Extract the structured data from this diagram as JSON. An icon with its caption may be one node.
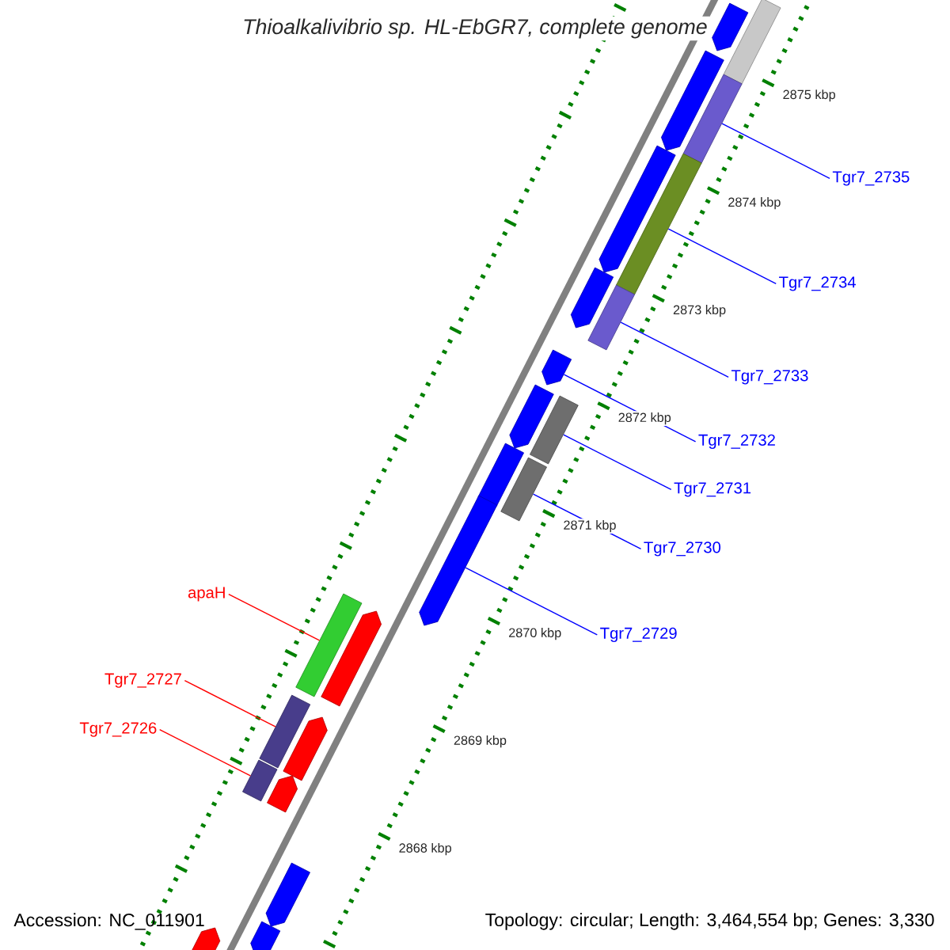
{
  "diagram": {
    "title": "Thioalkalivibrio sp. HL-EbGR7, complete genome",
    "nodes": [
      {
        "text": [
          "Tgr7_2735"
        ]
      },
      {
        "text": [
          "Tgr7_2734"
        ]
      },
      {
        "text": [
          "Tgr7_2733"
        ]
      },
      {
        "text": [
          "Tgr7_2732"
        ]
      },
      {
        "text": [
          "Tgr7_2731"
        ]
      },
      {
        "text": [
          "Tgr7_2730"
        ]
      },
      {
        "text": [
          "Tgr7_2729"
        ]
      },
      {
        "text": [
          "apaH"
        ]
      },
      {
        "text": [
          "Tgr7_2727"
        ]
      },
      {
        "text": [
          "Tgr7_2726"
        ]
      },
      {
        "text": [],
        "shape": "bar"
      },
      {
        "text": [],
        "shape": "arrow"
      },
      {
        "text": [],
        "shape": "arrow"
      },
      {
        "text": [],
        "shape": "bar"
      },
      {
        "text": [],
        "shape": "arrow"
      },
      {
        "text": [],
        "shape": "bar"
      },
      {
        "text": [],
        "shape": "arrow"
      },
      {
        "text": [],
        "shape": "bar"
      },
      {
        "text": [],
        "shape": "arrow"
      },
      {
        "text": [],
        "shape": "arrow"
      },
      {
        "text": [],
        "shape": "bar"
      },
      {
        "text": [],
        "shape": "arrow"
      },
      {
        "text": [],
        "shape": "bar"
      },
      {
        "text": [],
        "shape": "arrow"
      },
      {
        "text": [],
        "shape": "bar"
      },
      {
        "text": [],
        "shape": "arrow"
      },
      {
        "text": [],
        "shape": "bar"
      },
      {
        "text": [],
        "shape": "arrow"
      },
      {
        "text": [],
        "shape": "bar"
      },
      {
        "text": [],
        "shape": "arrow"
      },
      {
        "text": [],
        "shape": "arrow"
      },
      {
        "text": [],
        "shape": "arrow"
      },
      {
        "text": [],
        "shape": "arrow"
      }
    ],
    "edges": [
      {
        "from": 0,
        "to": 13,
        "arrow": "none"
      },
      {
        "from": 1,
        "to": 15,
        "arrow": "none"
      },
      {
        "from": 2,
        "to": 17,
        "arrow": "none"
      },
      {
        "from": 3,
        "to": 18,
        "arrow": "none"
      },
      {
        "from": 4,
        "to": 20,
        "arrow": "none"
      },
      {
        "from": 5,
        "to": 22,
        "arrow": "none"
      },
      {
        "from": 6,
        "to": 23,
        "arrow": "none"
      },
      {
        "from": 7,
        "to": 24,
        "arrow": "none",
        "color": "#ff0000"
      },
      {
        "from": 8,
        "to": 26,
        "arrow": "none",
        "color": "#ff0000"
      },
      {
        "from": 9,
        "to": 28,
        "arrow": "none",
        "color": "#ff0000"
      }
    ],
    "labels": [
      "2875 kbp",
      "2874 kbp",
      "2873 kbp",
      "2872 kbp",
      "2871 kbp",
      "2870 kbp",
      "2869 kbp",
      "2868 kbp",
      "Accession: NC_011901",
      "Topology: circular; Length: 3,464,554 bp; Genes: 3,330"
    ]
  }
}
